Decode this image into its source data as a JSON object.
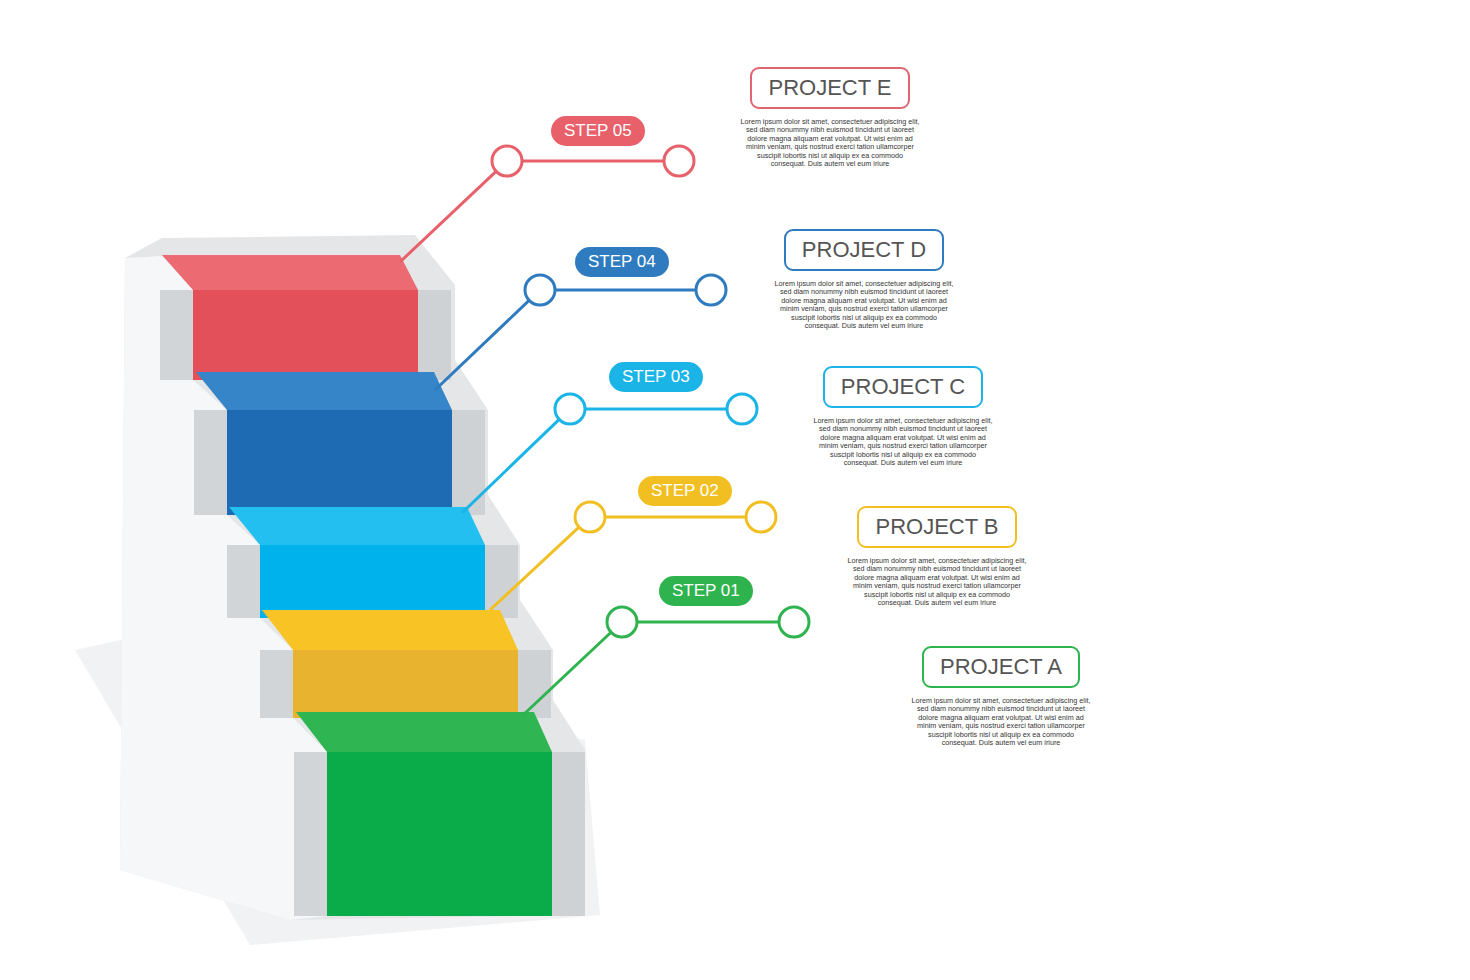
{
  "diagram": {
    "nodes": [
      {
        "text": [
          "PROJECT E",
          "Lorem ipsum dolor sit amet, consectetuer adipiscing elit, sed diam nonummy nibh euismod tincidunt ut laoreet dolore magna aliquam erat volutpat. Ut wisi enim ad minim veniam, quis nostrud exerci tation ullamcorper suscipit lobortis nisl ut aliquip ex ea commodo consequat. Duis autem vel eum iriure"
        ]
      },
      {
        "text": [
          "STEP 05"
        ]
      },
      {
        "text": [
          "PROJECT D",
          "Lorem ipsum dolor sit amet, consectetuer adipiscing elit, sed diam nonummy nibh euismod tincidunt ut laoreet dolore magna aliquam erat volutpat. Ut wisi enim ad minim veniam, quis nostrud exerci tation ullamcorper suscipit lobortis nisl ut aliquip ex ea commodo consequat. Duis autem vel eum iriure"
        ]
      },
      {
        "text": [
          "STEP 04"
        ]
      },
      {
        "text": [
          "PROJECT C",
          "Lorem ipsum dolor sit amet, consectetuer adipiscing elit, sed diam nonummy nibh euismod tincidunt ut laoreet dolore magna aliquam erat volutpat. Ut wisi enim ad minim veniam, quis nostrud exerci tation ullamcorper suscipit lobortis nisl ut aliquip ex ea commodo consequat. Duis autem vel eum iriure"
        ]
      },
      {
        "text": [
          "STEP 03"
        ]
      },
      {
        "text": [
          "PROJECT B",
          "Lorem ipsum dolor sit amet, consectetuer adipiscing elit, sed diam nonummy nibh euismod tincidunt ut laoreet dolore magna aliquam erat volutpat. Ut wisi enim ad minim veniam, quis nostrud exerci tation ullamcorper suscipit lobortis nisl ut aliquip ex ea commodo consequat. Duis autem vel eum iriure"
        ]
      },
      {
        "text": [
          "STEP 02"
        ]
      },
      {
        "text": [
          "PROJECT A",
          "Lorem ipsum dolor sit amet, consectetuer adipiscing elit, sed diam nonummy nibh euismod tincidunt ut laoreet dolore magna aliquam erat volutpat. Ut wisi enim ad minim veniam, quis nostrud exerci tation ullamcorper suscipit lobortis nisl ut aliquip ex ea commodo consequat. Duis autem vel eum iriure"
        ]
      },
      {
        "text": [
          "STEP 01"
        ]
      }
    ]
  }
}
